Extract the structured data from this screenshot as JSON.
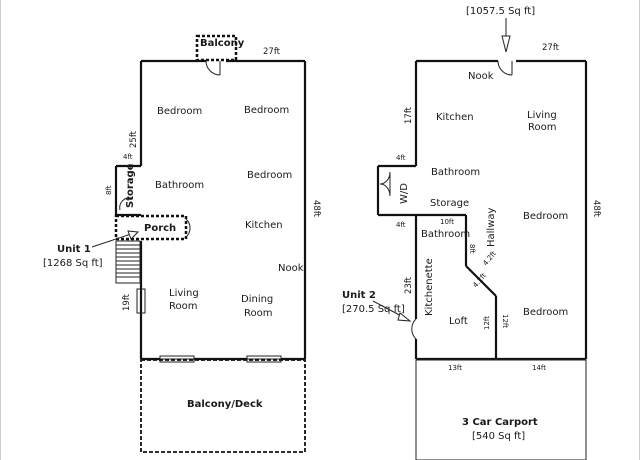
{
  "unit1": {
    "balcony_top": "Balcony",
    "dim_top": "27ft",
    "dim_left_upper": "25ft",
    "dim_storage_width": "4ft",
    "dim_storage_height": "8ft",
    "dim_lower_left": "19ft",
    "dim_right": "48ft",
    "storage": "Storage",
    "porch": "Porch",
    "bedroom_1": "Bedroom",
    "bedroom_2": "Bedroom",
    "bedroom_3": "Bedroom",
    "bathroom": "Bathroom",
    "kitchen": "Kitchen",
    "nook": "Nook",
    "living_room": [
      "Living",
      "Room"
    ],
    "dining_room": [
      "Dining",
      "Room"
    ],
    "label": "Unit 1",
    "area": "[1268 Sq ft]",
    "deck": "Balcony/Deck"
  },
  "unit3": {
    "area": "[1057.5 Sq ft]"
  },
  "unit2": {
    "dim_top": "27ft",
    "dim_left_upper": "17ft",
    "dim_wd_top": "4ft",
    "dim_wd_bottom": "4ft",
    "dim_left_lower": "23ft",
    "dim_right": "48ft",
    "dim_bath_width": "10ft",
    "dim_8ft": "8ft",
    "dim_diag_1": "4.2ft",
    "dim_diag_2": "4.2ft",
    "dim_12ft_a": "12ft",
    "dim_12ft_b": "12ft",
    "dim_13ft": "13ft",
    "dim_14ft": "14ft",
    "nook": "Nook",
    "kitchen": "Kitchen",
    "living_room": [
      "Living",
      "Room"
    ],
    "bathroom_upper": "Bathroom",
    "wd": "W/D",
    "storage": "Storage",
    "bathroom_lower": "Bathroom",
    "hallway": "Hallway",
    "bedroom_1": "Bedroom",
    "bedroom_2": "Bedroom",
    "kitchenette": "Kitchenette",
    "loft": "Loft",
    "label": "Unit 2",
    "area": "[270.5 Sq ft]",
    "carport": "3 Car Carport",
    "carport_area": "[540 Sq ft]"
  }
}
